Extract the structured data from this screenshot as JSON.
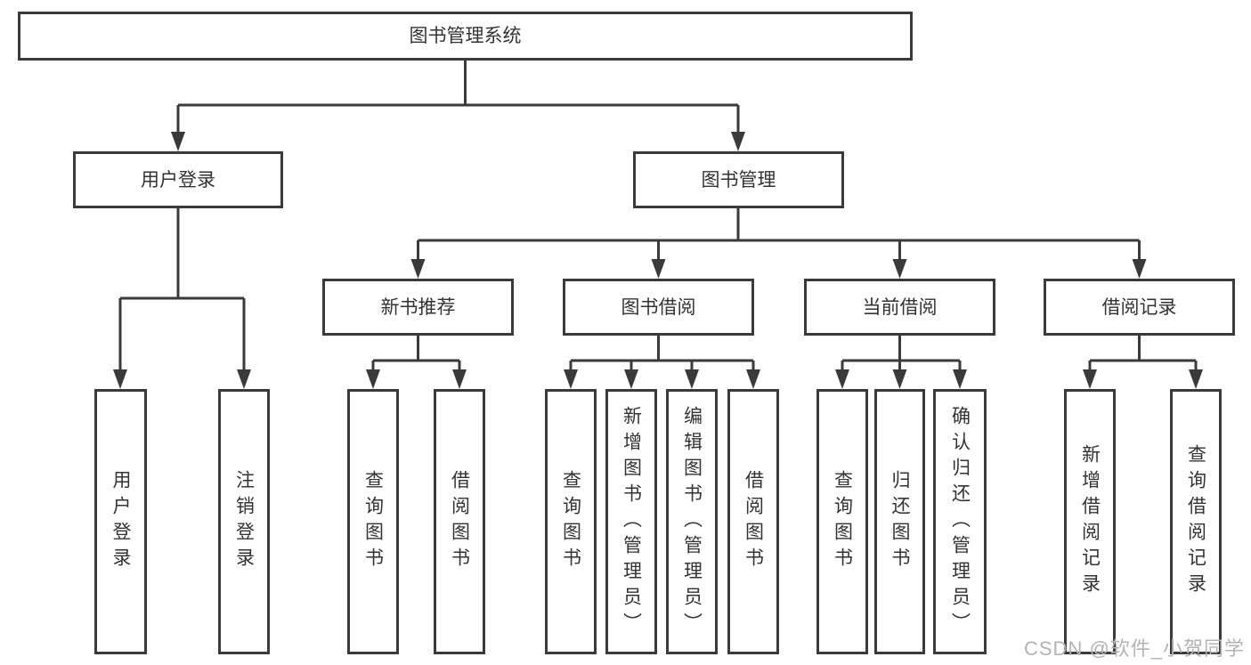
{
  "tree": {
    "label": "图书管理系统",
    "children": [
      {
        "label": "用户登录",
        "children": [
          {
            "label": "用户登录"
          },
          {
            "label": "注销登录"
          }
        ]
      },
      {
        "label": "图书管理",
        "children": [
          {
            "label": "新书推荐",
            "children": [
              {
                "label": "查询图书"
              },
              {
                "label": "借阅图书"
              }
            ]
          },
          {
            "label": "图书借阅",
            "children": [
              {
                "label": "查询图书"
              },
              {
                "label": "新增图书（管理员）"
              },
              {
                "label": "编辑图书（管理员）"
              },
              {
                "label": "借阅图书"
              }
            ]
          },
          {
            "label": "当前借阅",
            "children": [
              {
                "label": "查询图书"
              },
              {
                "label": "归还图书"
              },
              {
                "label": "确认归还（管理员）"
              }
            ]
          },
          {
            "label": "借阅记录",
            "children": [
              {
                "label": "新增借阅记录"
              },
              {
                "label": "查询借阅记录"
              }
            ]
          }
        ]
      }
    ]
  },
  "watermark": "CSDN @软件_小贺同学",
  "colors": {
    "line": "#3a3a3a",
    "text": "#333333",
    "box_background": "#ffffff",
    "watermark": "#b3b3b3",
    "page_background": "#ffffff"
  }
}
